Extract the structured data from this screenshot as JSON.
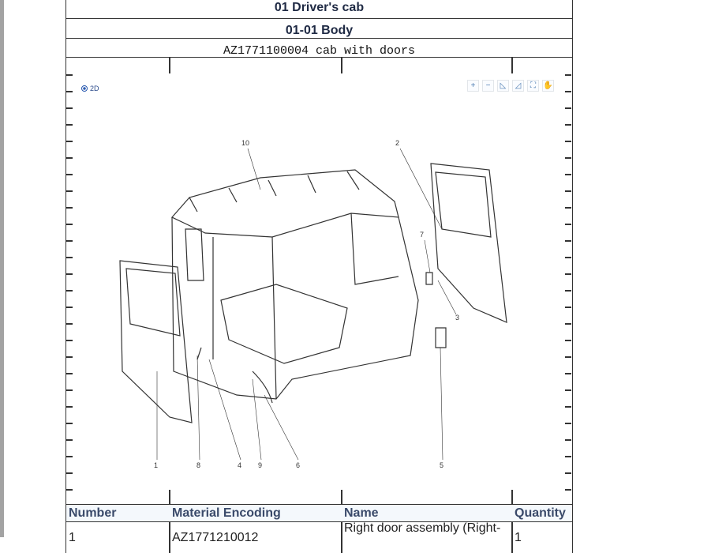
{
  "header": {
    "title": "01 Driver's cab",
    "subtitle": "01-01 Body",
    "part": "AZ1771100004  cab with doors"
  },
  "viewer": {
    "mode_label": "2D",
    "tools": [
      "zoom-in",
      "zoom-out",
      "rotate-left",
      "rotate-right",
      "fit",
      "pan"
    ],
    "callouts": [
      "10",
      "2",
      "7",
      "3",
      "1",
      "8",
      "4",
      "9",
      "6",
      "5"
    ]
  },
  "table": {
    "headers": [
      "Number",
      "Material Encoding",
      "Name",
      "Quantity"
    ],
    "rows": [
      {
        "number": "1",
        "code": "AZ1771210012",
        "name": "Right door assembly (Right-",
        "qty": "1"
      }
    ]
  }
}
